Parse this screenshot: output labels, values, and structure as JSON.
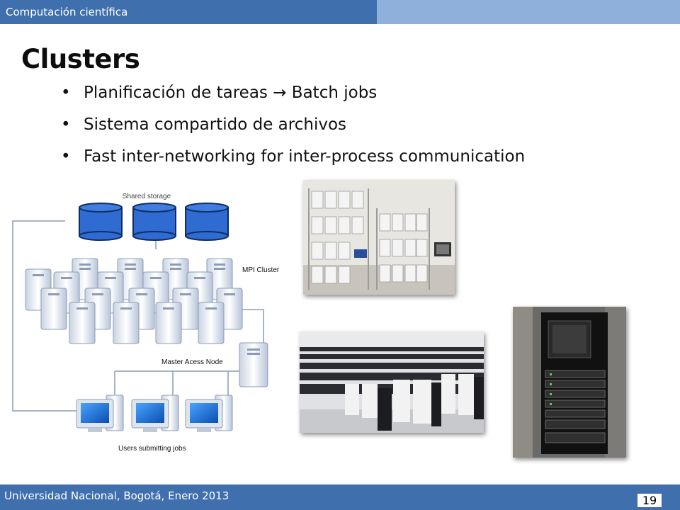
{
  "header": {
    "label": "Computación científica"
  },
  "slide": {
    "title": "Clusters",
    "bullets": [
      {
        "text_before": "Planificación de tareas ",
        "arrow": "→",
        "text_after": " Batch jobs"
      },
      {
        "text": "Sistema compartido de archivos"
      },
      {
        "text": "Fast inter-networking for inter-process communication"
      }
    ],
    "bullet_glyph": "•"
  },
  "diagram": {
    "shared_storage_label": "Shared storage",
    "mpi_cluster_label": "MPI Cluster",
    "master_node_label": "Master Acess Node",
    "users_label": "Users submitting jobs"
  },
  "footer": {
    "text": "Universidad Nacional, Bogotá, Enero 2013",
    "page_number": "19"
  },
  "colors": {
    "header_dark": "#3f6fad",
    "header_light": "#8eb0da",
    "storage_fill": "#2f6bd0"
  }
}
